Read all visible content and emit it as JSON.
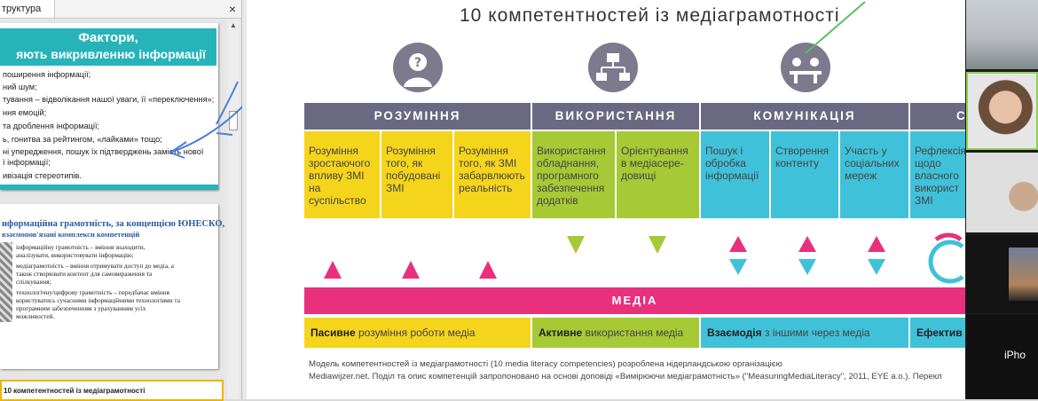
{
  "panel": {
    "tab_label": "труктура",
    "close_symbol": "×"
  },
  "thumb1": {
    "title_line1": "Фактори,",
    "title_line2": "яють викривленню інформації",
    "lines": [
      "поширення інформації;",
      "ний шум;",
      "тування – відволікання нашої уваги, її «переключення»;",
      "ння емоцій;",
      "та дроблення інформації;",
      "ь, гонитва за рейтингом, «лайками» тощо;",
      "ні упередження, пошук їх підтверджень замість нової",
      "ї інформації;",
      "ивізація стереотипів."
    ]
  },
  "thumb2": {
    "title_line1": "нформаційна грамотність, за концепцією ЮНЕСКО,",
    "title_line2": "взаємопов'язані комплекси компетенцій",
    "lines": [
      "інформаційну грамотність – вміння знаходити,",
      "аналізувати, використовувати інформацію;",
      "медіаграмотність – вміння отримувати доступ до медіа, а",
      "також створювати контент для самовираження та",
      "спілкування;",
      "технологічну/цифрову грамотність – передбачає вміння",
      "користуватись сучасними інформаційними технологіями та",
      "програмним забезпеченням з урахуванням усіх",
      "можливостей."
    ]
  },
  "thumb3": {
    "title": "10 компетентностей із медіаграмотності"
  },
  "slide": {
    "title": "10 компетентностей із медіаграмотності",
    "headers": [
      "РОЗУМІННЯ",
      "ВИКОРИСТАННЯ",
      "КОМУНІКАЦІЯ",
      "С"
    ],
    "cells": [
      "Розуміння зростаючого впливу ЗМІ на суспільство",
      "Розуміння того, як побудовані ЗМІ",
      "Розуміння того, як ЗМІ забарвлюють реальність",
      "Використання обладнання, програмного забезпечення додатків",
      "Орієнтування в медіасере-довищі",
      "Пошук і обробка інформації",
      "Створення контенту",
      "Участь у соціальних мереж",
      "Рефлексія щодо власного використ ЗМІ"
    ],
    "media_label": "МЕДІА",
    "bottom": [
      {
        "bold": "Пасивне",
        "rest": " розуміння роботи медіа"
      },
      {
        "bold": "Активне",
        "rest": " використання медіа"
      },
      {
        "bold": "Взаємодія",
        "rest": " з іншими через медіа"
      },
      {
        "bold": "Ефектив",
        "rest": ""
      }
    ],
    "note_line1": "Модель компетентностей із медіаграмотності (10 media literacy competencies) розроблена нідерландською організацією",
    "note_line2": "Mediawijzer.net. Поділ та опис компетенцій запропоновано на основі доповіді «Вимірюючи медіаграмотність» (\"MeasuringMediaLiteracy\", 2011, EYE a.o.). Перекл"
  },
  "participants": {
    "name_label": "iPho"
  },
  "colors": {
    "teal": "#26b3b9",
    "purple_header": "#6a6981",
    "yellow": "#f5d41c",
    "green": "#a6c935",
    "cyan": "#3fc1d9",
    "magenta": "#e8307d",
    "highlight": "#f0b400"
  }
}
